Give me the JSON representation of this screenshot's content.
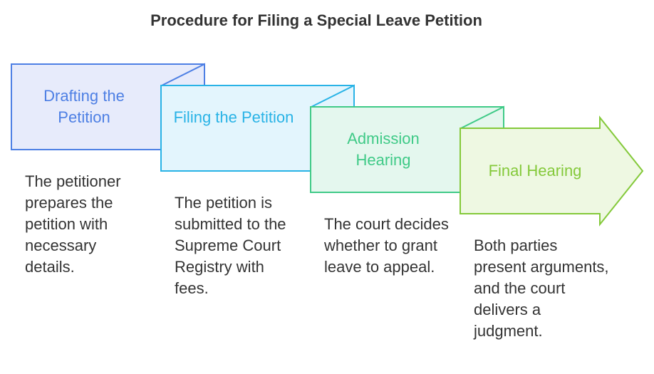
{
  "title": "Procedure for Filing a Special Leave Petition",
  "steps": [
    {
      "label": "Drafting the Petition",
      "description": "The petitioner prepares the petition with necessary details.",
      "fill": "#e7ebfb",
      "stroke": "#4d7fe4",
      "text_color": "#4d7fe4"
    },
    {
      "label": "Filing the Petition",
      "description": "The petition is submitted to the Supreme Court Registry with fees.",
      "fill": "#e3f5fd",
      "stroke": "#29b3e6",
      "text_color": "#29b3e6"
    },
    {
      "label": "Admission Hearing",
      "description": "The court decides whether to grant leave to appeal.",
      "fill": "#e4f7ee",
      "stroke": "#3fca87",
      "text_color": "#3fca87"
    },
    {
      "label": "Final Hearing",
      "description": "Both parties present arguments, and the court delivers a judgment.",
      "fill": "#eef8e2",
      "stroke": "#84c93a",
      "text_color": "#84c93a"
    }
  ]
}
